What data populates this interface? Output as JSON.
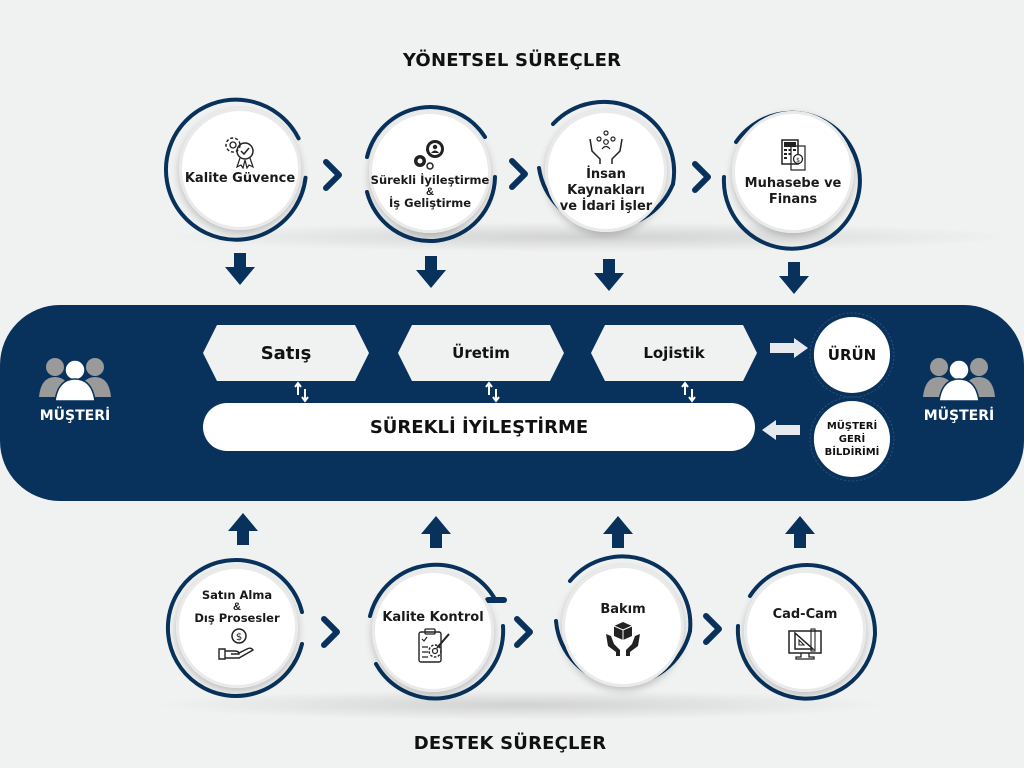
{
  "titles": {
    "top": "YÖNETSEL SÜREÇLER",
    "bottom": "DESTEK SÜREÇLER"
  },
  "management_processes": [
    {
      "line1": "Kalite Güvence",
      "icon": "quality-assurance-gear-badge-icon"
    },
    {
      "line1": "Sürekli İyileştirme",
      "amp": "&",
      "line2": "İş Geliştirme",
      "icon": "gears-person-icon"
    },
    {
      "line1": "İnsan Kaynakları",
      "line2": "ve İdari İşler",
      "icon": "people-in-hands-icon"
    },
    {
      "line1": "Muhasebe ve",
      "line2": "Finans",
      "icon": "calculator-money-icon"
    }
  ],
  "core": {
    "steps": [
      "Satış",
      "Üretim",
      "Lojistik"
    ],
    "continuous_improvement": "SÜREKLİ İYİLEŞTİRME",
    "product": "ÜRÜN",
    "feedback": [
      "MÜŞTERİ",
      "GERİ",
      "BİLDİRİMİ"
    ],
    "customer_left": "MÜŞTERİ",
    "customer_right": "MÜŞTERİ"
  },
  "support_processes": [
    {
      "line1": "Satın Alma",
      "amp": "&",
      "line2": "Dış Prosesler",
      "icon": "hand-money-icon"
    },
    {
      "line1": "Kalite Kontrol",
      "icon": "clipboard-gear-icon"
    },
    {
      "line1": "Bakım",
      "icon": "box-in-hands-icon"
    },
    {
      "line1": "Cad-Cam",
      "icon": "monitor-drafting-icon"
    }
  ],
  "colors": {
    "navy": "#08325c",
    "background": "#f0f1f1",
    "white": "#ffffff"
  }
}
